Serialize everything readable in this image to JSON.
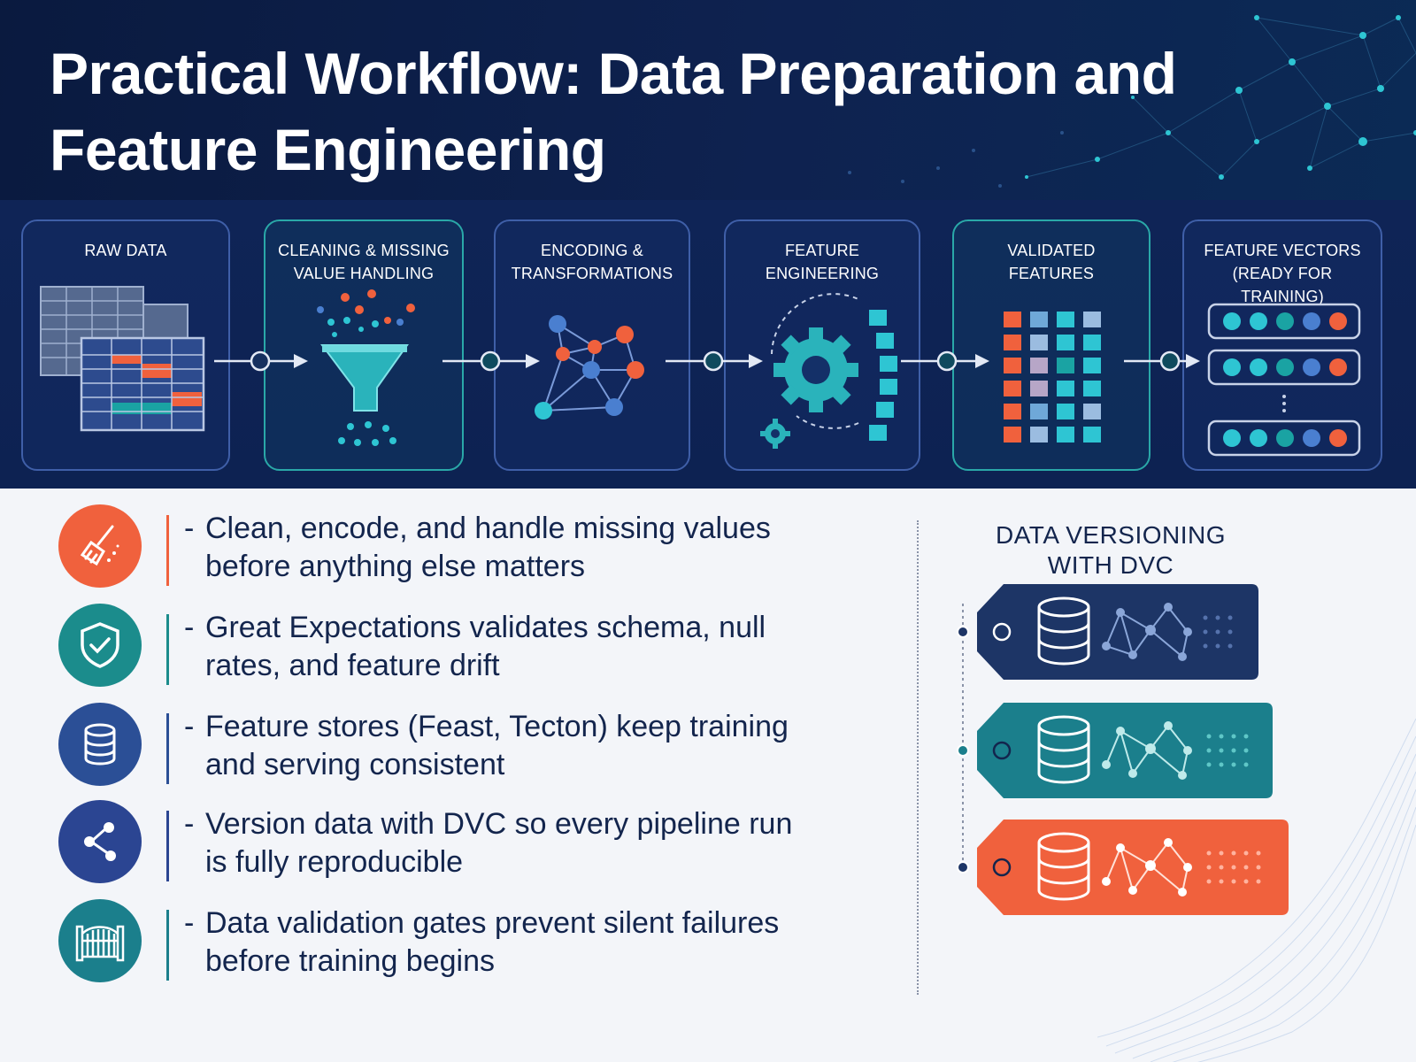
{
  "header": {
    "title_line1": "Practical Workflow: Data Preparation and",
    "title_line2": "Feature Engineering"
  },
  "pipeline": {
    "stages": [
      {
        "line1": "RAW DATA",
        "line2": ""
      },
      {
        "line1": "CLEANING & MISSING",
        "line2": "VALUE HANDLING"
      },
      {
        "line1": "ENCODING &",
        "line2": "TRANSFORMATIONS"
      },
      {
        "line1": "FEATURE ENGINEERING",
        "line2": ""
      },
      {
        "line1": "VALIDATED",
        "line2": "FEATURES"
      },
      {
        "line1": "FEATURE VECTORS",
        "line2": "(READY FOR TRAINING)"
      }
    ]
  },
  "bullets": [
    {
      "dash": "-",
      "line1": "Clean, encode, and handle missing values",
      "line2": "before anything else matters",
      "icon": "broom-icon",
      "color": "#f0613d"
    },
    {
      "dash": "-",
      "line1": "Great Expectations validates schema, null",
      "line2": "rates, and feature drift",
      "icon": "shield-check-icon",
      "color": "#1b8c8c"
    },
    {
      "dash": "-",
      "line1": "Feature stores (Feast, Tecton) keep training",
      "line2": "and serving consistent",
      "icon": "database-icon",
      "color": "#2b4f96"
    },
    {
      "dash": "-",
      "line1": "Version data with DVC so every pipeline run",
      "line2": "is fully reproducible",
      "icon": "share-icon",
      "color": "#2b4592"
    },
    {
      "dash": "-",
      "line1": "Data validation gates prevent silent failures",
      "line2": "before training begins",
      "icon": "gate-icon",
      "color": "#1b7f8c"
    }
  ],
  "dvc": {
    "title_line1": "DATA VERSIONING",
    "title_line2": "WITH DVC",
    "tags": [
      {
        "color": "#1d3566"
      },
      {
        "color": "#1b7f8c"
      },
      {
        "color": "#f0613d"
      }
    ]
  },
  "colors": {
    "navy": "#0e2250",
    "teal": "#2aa8a8",
    "coral": "#f0613d",
    "blue": "#4a7fd0"
  }
}
